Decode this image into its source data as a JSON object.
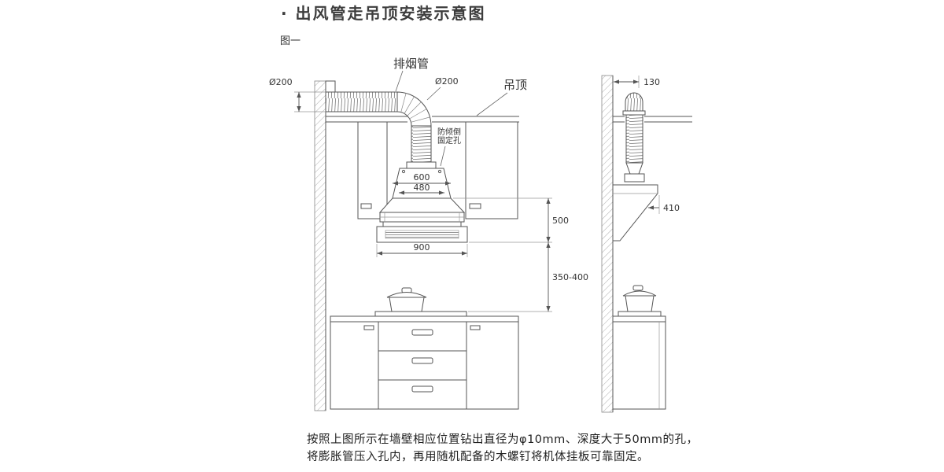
{
  "page": {
    "title": "· 出风管走吊顶安装示意图",
    "figure_label": "图一"
  },
  "labels": {
    "exhaust_pipe": "排烟管",
    "ceiling": "吊顶",
    "anti_tip_line1": "防倾倒",
    "anti_tip_line2": "固定孔"
  },
  "dimensions": {
    "duct_diameter_left": "Ø200",
    "duct_diameter_right": "Ø200",
    "side_offset": "130",
    "hood_top_width": "600",
    "hood_mount_width": "480",
    "hood_section_height": "500",
    "hood_depth": "410",
    "hood_width": "900",
    "install_height": "350-400"
  },
  "note": {
    "line1": "按照上图所示在墙壁相应位置钻出直径为φ10mm、深度大于50mm的孔，",
    "line2": "将膨胀管压入孔内，再用随机配备的木螺钉将机体挂板可靠固定。"
  }
}
